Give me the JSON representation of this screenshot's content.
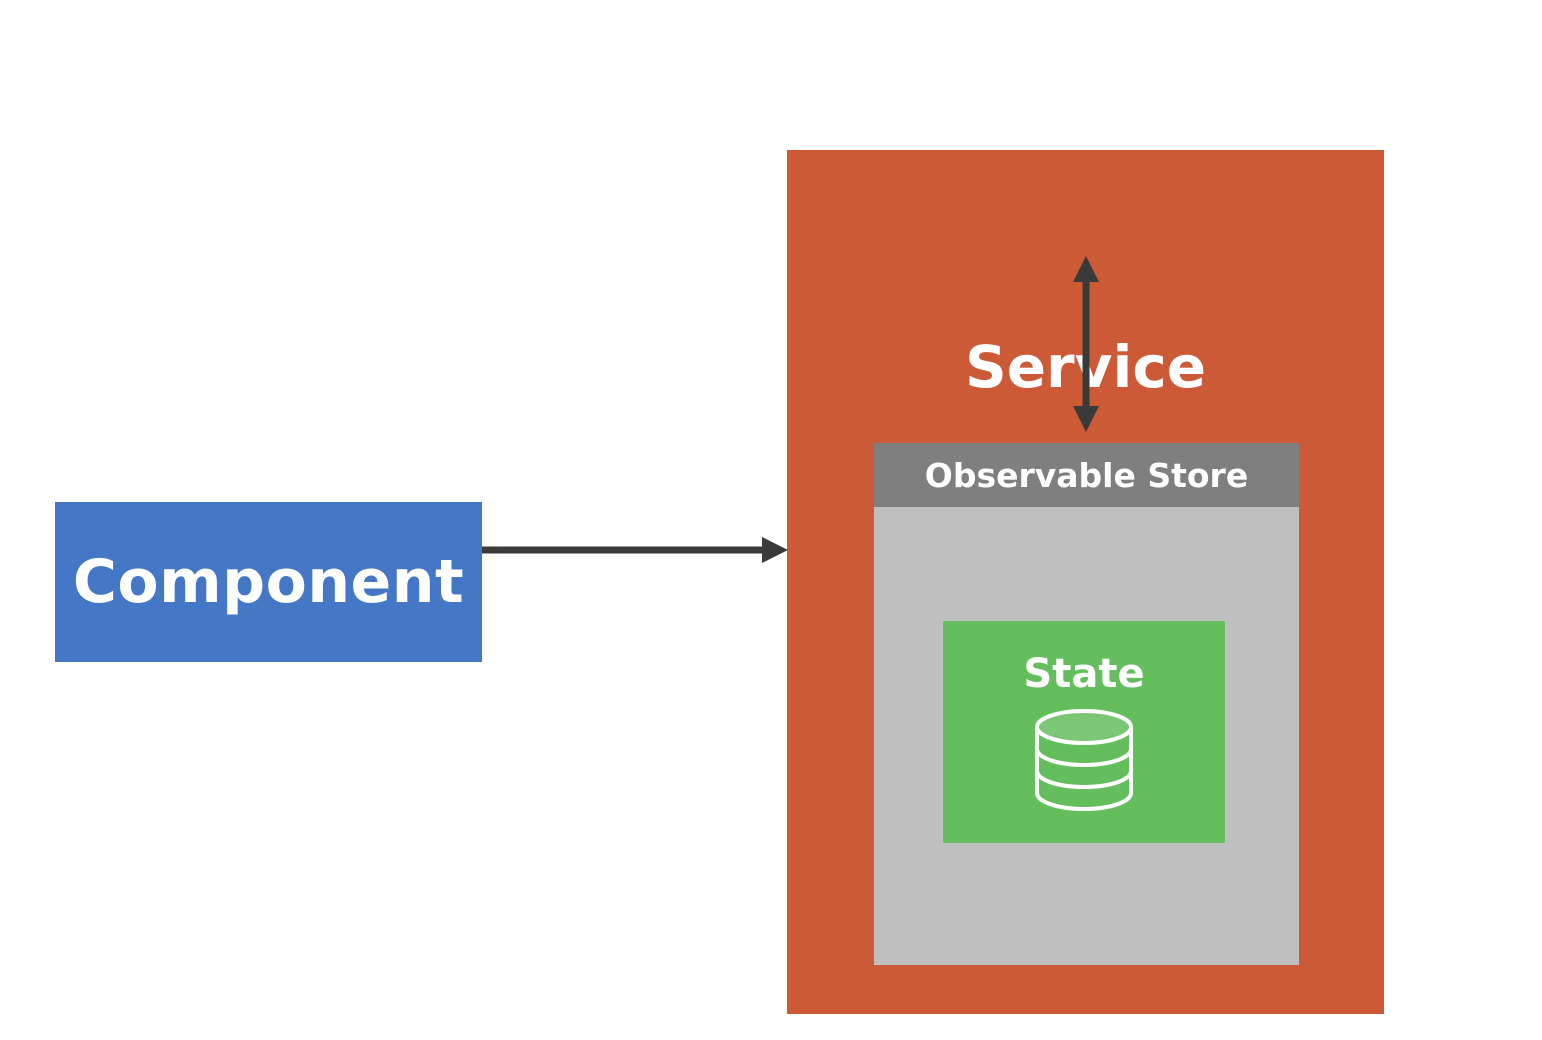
{
  "diagram": {
    "component": {
      "label": "Component",
      "color": "#4477c6"
    },
    "service": {
      "label": "Service",
      "color": "#cc5a37"
    },
    "observable_store": {
      "label": "Observable Store",
      "header_color": "#7f7f7f",
      "body_color": "#bfbfbf"
    },
    "state": {
      "label": "State",
      "color": "#64be5e",
      "icon": "database-icon"
    },
    "connectors": [
      {
        "from": "Component",
        "to": "Service",
        "direction": "one-way"
      },
      {
        "from": "Service",
        "to": "Observable Store",
        "direction": "two-way"
      }
    ],
    "arrow_color": "#3a3a3a"
  }
}
